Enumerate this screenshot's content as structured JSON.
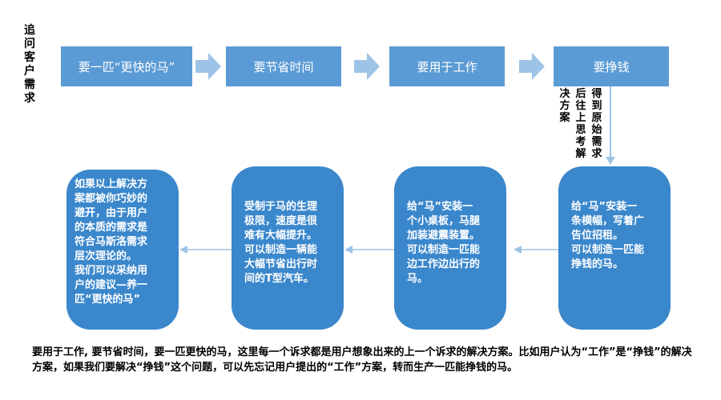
{
  "side_label": "追问客户需求",
  "top_boxes": [
    "要一匹“更快的马”",
    "要节省时间",
    "要用于工作",
    "要挣钱"
  ],
  "side_note": {
    "col1": "决方案",
    "col2": "后往上思考解",
    "col3": "得到原始需求"
  },
  "round_boxes": [
    "如果以上解决方\n案都被你巧妙的\n避开，由于用户\n的本质的需求是\n符合马斯洛需求\n层次理论的。\n我们可以采纳用\n户的建议—养一\n匹“更快的马”",
    "受制于马的生理\n极限，速度是很\n难有大幅提升。\n可以制造一辆能\n大幅节省出行时\n间的T型汽车。",
    "给“马”安装一\n个小桌板，马腿\n加装避震装置。\n可以制造一匹能\n边工作边出行的\n马。",
    "给“马”安装一\n条横幅，写着广\n告位招租。\n可以制造一匹能\n挣钱的马。"
  ],
  "bottom_text": "要用于工作, 要节省时间，要一匹更快的马，这里每一个诉求都是用户想象出来的上一个诉求的解决方案。比如用户认为“工作”是“挣钱”的解决方案，如果我们要解决“挣钱”这个问题，可以先忘记用户提出的“工作”方案，转而生产一匹能挣钱的马。",
  "colors": {
    "box": "#5b9bd5",
    "round": "#3a87cc",
    "arrow": "#9dc3e6",
    "line": "#9dc3e6"
  }
}
